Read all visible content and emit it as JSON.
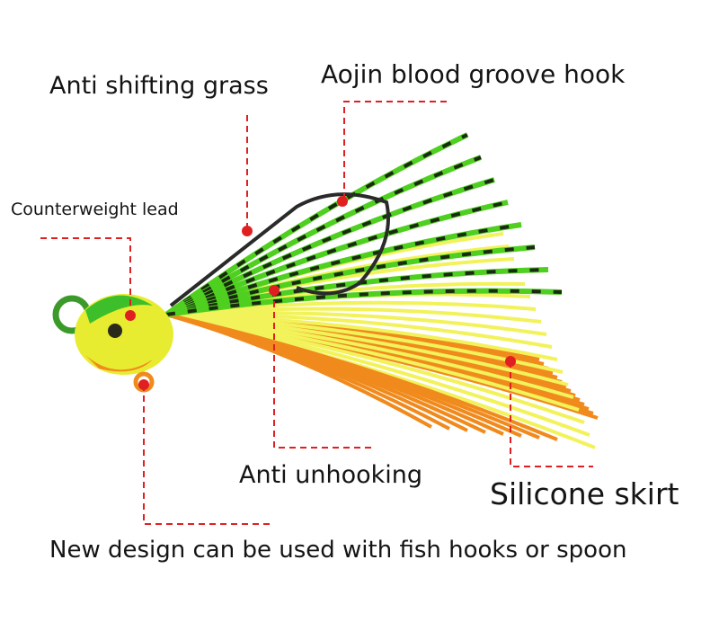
{
  "labels": {
    "anti_shifting_grass": "Anti shifting grass",
    "blood_groove_hook": "Aojin blood groove hook",
    "counterweight_lead": "Counterweight lead",
    "anti_unhooking": "Anti unhooking",
    "silicone_skirt": "Silicone skirt",
    "new_design": "New design can be used with fish hooks or spoon"
  },
  "colors": {
    "leader": "#e02020",
    "green": "#4fcf1f",
    "yellow": "#f2f25a",
    "orange": "#f08a1c",
    "head_yellow": "#e8ec30",
    "stripe": "#1a2a10"
  }
}
